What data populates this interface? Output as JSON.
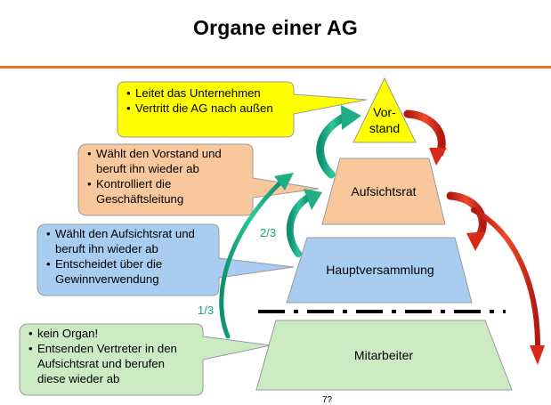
{
  "title": "Organe einer AG",
  "colors": {
    "accent_rule": "#e87722",
    "vorstand_fill": "#ffff00",
    "aufsichtsrat_fill": "#f8c89c",
    "hauptversammlung_fill": "#a8cdf0",
    "mitarbeiter_fill": "#cdebc3",
    "green_arrows": "#1fae86",
    "red_arrows": "#d9291b"
  },
  "pyramid": {
    "vorstand_line1": "Vor-",
    "vorstand_line2": "stand",
    "aufsichtsrat": "Aufsichtsrat",
    "hauptversammlung": "Hauptversammlung",
    "mitarbeiter": "Mitarbeiter"
  },
  "fractions": {
    "two_thirds": "2/3",
    "one_third": "1/3"
  },
  "bubbles": {
    "vorstand": {
      "item1": "Leitet das Unternehmen",
      "item2": "Vertritt die AG nach außen"
    },
    "aufsichtsrat": {
      "item1": "Wählt den Vorstand und beruft ihn wieder ab",
      "item2": "Kontrolliert die Geschäftsleitung"
    },
    "hauptversammlung": {
      "item1": "Wählt den Aufsichtsrat und beruft ihn wieder ab",
      "item2": "Entscheidet über die Gewinnverwendung"
    },
    "mitarbeiter": {
      "item1": "kein Organ!",
      "item2": "Entsenden Vertreter in den Aufsichtsrat und berufen diese wieder ab"
    }
  },
  "page_number": "7?"
}
